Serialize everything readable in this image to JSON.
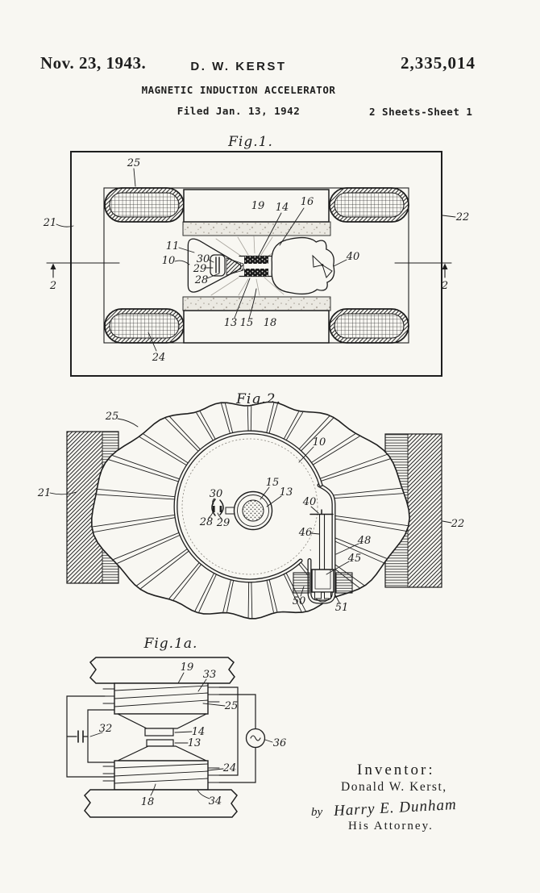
{
  "header": {
    "date": "Nov. 23, 1943.",
    "inventor_name": "D. W. KERST",
    "patent_number": "2,335,014",
    "doc_title": "MAGNETIC INDUCTION ACCELERATOR",
    "filed": "Filed Jan. 13, 1942",
    "sheet": "2 Sheets-Sheet 1"
  },
  "fig1": {
    "title": "Fig.1.",
    "labels": {
      "25": "25",
      "19": "19",
      "14": "14",
      "16": "16",
      "21": "21",
      "22": "22",
      "11": "11",
      "10": "10",
      "30": "30",
      "29": "29",
      "28": "28",
      "40": "40",
      "13": "13",
      "15": "15",
      "18": "18",
      "24": "24",
      "2L": "2",
      "2R": "2"
    }
  },
  "fig2": {
    "title": "Fig.2.",
    "labels": {
      "25": "25",
      "10": "10",
      "21": "21",
      "22": "22",
      "15": "15",
      "13": "13",
      "30": "30",
      "28": "28",
      "29": "29",
      "40": "40",
      "46": "46",
      "48": "48",
      "45": "45",
      "50": "50",
      "51": "51"
    }
  },
  "fig1a": {
    "title": "Fig.1a.",
    "labels": {
      "19": "19",
      "33": "33",
      "25": "25",
      "32": "32",
      "14": "14",
      "13": "13",
      "24": "24",
      "36": "36",
      "34": "34",
      "18": "18"
    }
  },
  "inventor_block": {
    "heading": "Inventor:",
    "name": "Donald W. Kerst,",
    "by": "by",
    "signature": "Harry E. Dunham",
    "attorney": "His Attorney."
  },
  "colors": {
    "ink": "#1e1e1e",
    "paper": "#f8f7f2"
  }
}
